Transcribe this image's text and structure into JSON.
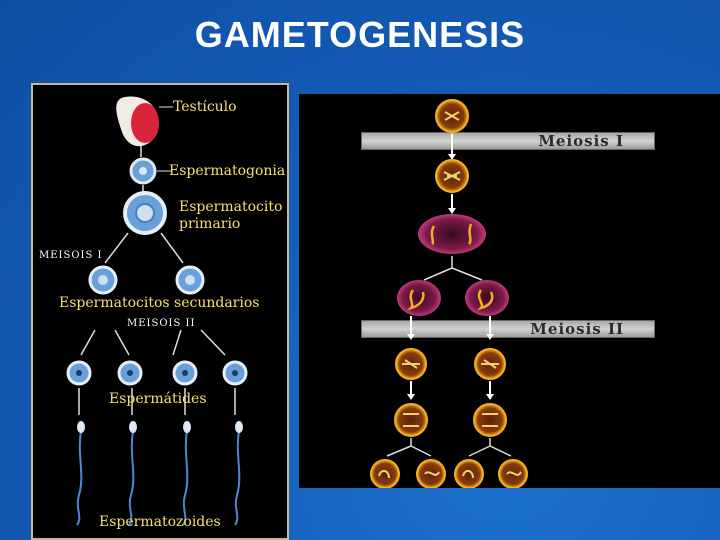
{
  "slide": {
    "title": "GAMETOGENESIS"
  },
  "left_diagram": {
    "labels": {
      "testiculo": "Testículo",
      "espermatogonia": "Espermatogonia",
      "espermatocito_primario_1": "Espermatocito",
      "espermatocito_primario_2": "primario",
      "meiosis_1": "MEISOIS I",
      "espermatocitos_secundarios": "Espermatocitos secundarios",
      "meiosis_2": "MEISOIS II",
      "espermatides": "Espermátides",
      "espermatozoides": "Espermatozoides"
    }
  },
  "right_diagram": {
    "banners": {
      "meiosis_1": "Meiosis I",
      "meiosis_2": "Meiosis II"
    }
  },
  "colors": {
    "background": "#1560be",
    "label_text": "#f4e06b",
    "cell_glow": "#f2b01e",
    "cell_fill": "#8a3a0c",
    "dividing_cell": "#a0245a"
  }
}
